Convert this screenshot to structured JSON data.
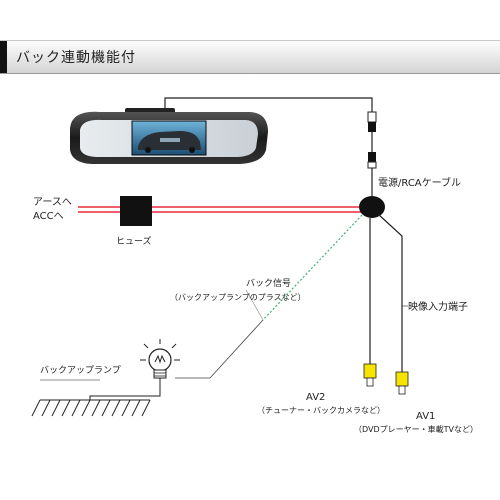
{
  "header": {
    "title": "バック連動機能付"
  },
  "labels": {
    "earth_left": "アースへ",
    "acc": "ACCへ",
    "fuse": "ヒューズ",
    "cable": "電源/RCAケーブル",
    "reverse_signal": "バック信号",
    "reverse_signal_note": "（バックアップランプのプラスなど）",
    "video_input": "映像入力端子",
    "backup_lamp": "バックアップランプ",
    "av2": "AV2",
    "av2_note": "（チューナー・バックカメラなど）",
    "av1": "AV1",
    "av1_note": "（DVDプレーヤー・車載TVなど）"
  },
  "colors": {
    "acc_wire": "#e60012",
    "signal_wire": "#3cb371",
    "rca_plug": "#f5e400",
    "wire": "#222222"
  }
}
